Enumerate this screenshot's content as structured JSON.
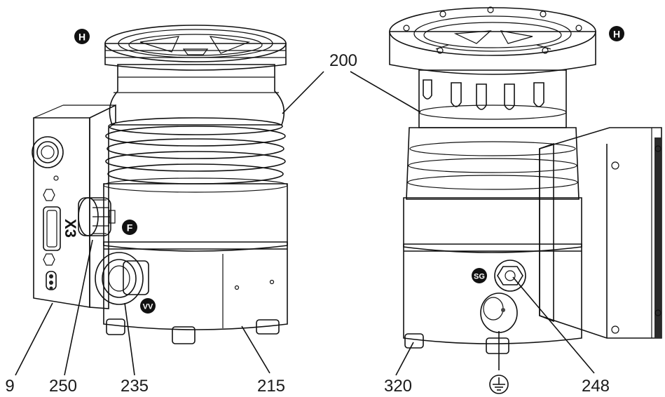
{
  "labels": {
    "l9": "9",
    "l250": "250",
    "l235": "235",
    "l215": "215",
    "l200": "200",
    "l320": "320",
    "l248": "248"
  },
  "badges": {
    "h_left": "H",
    "h_right": "H",
    "f": "F",
    "vv": "VV",
    "sg": "SG"
  },
  "panel_text": "X3",
  "icons": {
    "ground": "protective-earth-icon"
  },
  "colors": {
    "ink": "#111111",
    "shade_dark": "#b9b9b9",
    "shade_mid": "#d9d9d9",
    "shade_light": "#f2f2f2"
  }
}
